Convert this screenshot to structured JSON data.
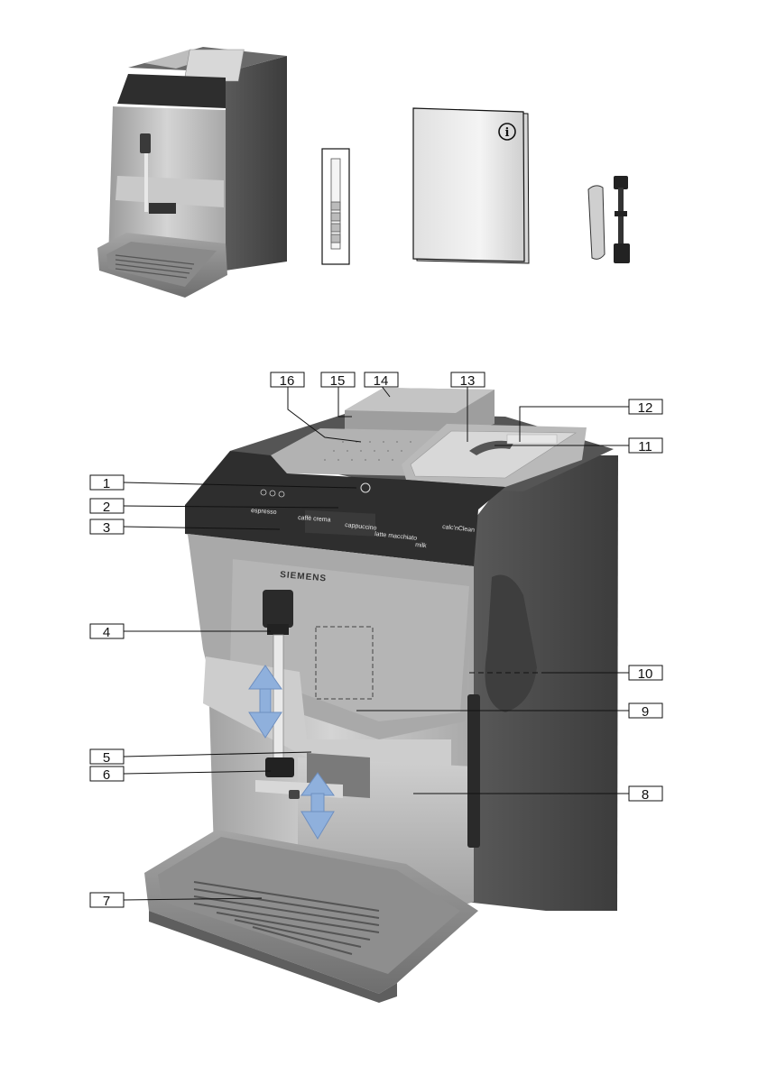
{
  "brand": "SIEMENS",
  "panel": {
    "espresso": "espresso",
    "caffe_crema": "caffè crema",
    "cappuccino": "cappuccino",
    "latte_macchiato": "latte macchiato",
    "milk": "milk",
    "calc_clean": "calc'nClean"
  },
  "manual_icon": "i",
  "callouts": [
    {
      "id": "1",
      "text": "1"
    },
    {
      "id": "2",
      "text": "2"
    },
    {
      "id": "3",
      "text": "3"
    },
    {
      "id": "4",
      "text": "4"
    },
    {
      "id": "5",
      "text": "5"
    },
    {
      "id": "6",
      "text": "6"
    },
    {
      "id": "7",
      "text": "7"
    },
    {
      "id": "8",
      "text": "8"
    },
    {
      "id": "9",
      "text": "9"
    },
    {
      "id": "10",
      "text": "10"
    },
    {
      "id": "11",
      "text": "11"
    },
    {
      "id": "12",
      "text": "12"
    },
    {
      "id": "13",
      "text": "13"
    },
    {
      "id": "14",
      "text": "14"
    },
    {
      "id": "15",
      "text": "15"
    },
    {
      "id": "16",
      "text": "16"
    }
  ],
  "colors": {
    "silver": "#bdbdbd",
    "dark_body": "#4a4a4a",
    "panel": "#2e2e2e",
    "arrow_blue": "#8fb0dc"
  }
}
